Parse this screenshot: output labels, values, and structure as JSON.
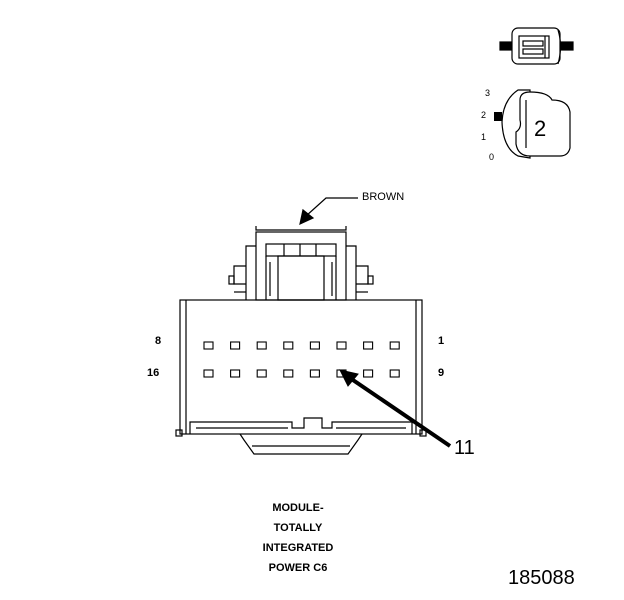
{
  "connector": {
    "color_label": "BROWN",
    "pin_labels": {
      "top_left": "8",
      "top_right": "1",
      "bottom_left": "16",
      "bottom_right": "9"
    },
    "pin_rows": 2,
    "pins_per_row": 8,
    "callout": "11"
  },
  "version_icon": {
    "levels": [
      "3",
      "2",
      "1",
      "0"
    ],
    "badge": "2"
  },
  "caption": {
    "lines": [
      "MODULE-",
      "TOTALLY",
      "INTEGRATED",
      "POWER C6"
    ]
  },
  "figure_number": "185088"
}
